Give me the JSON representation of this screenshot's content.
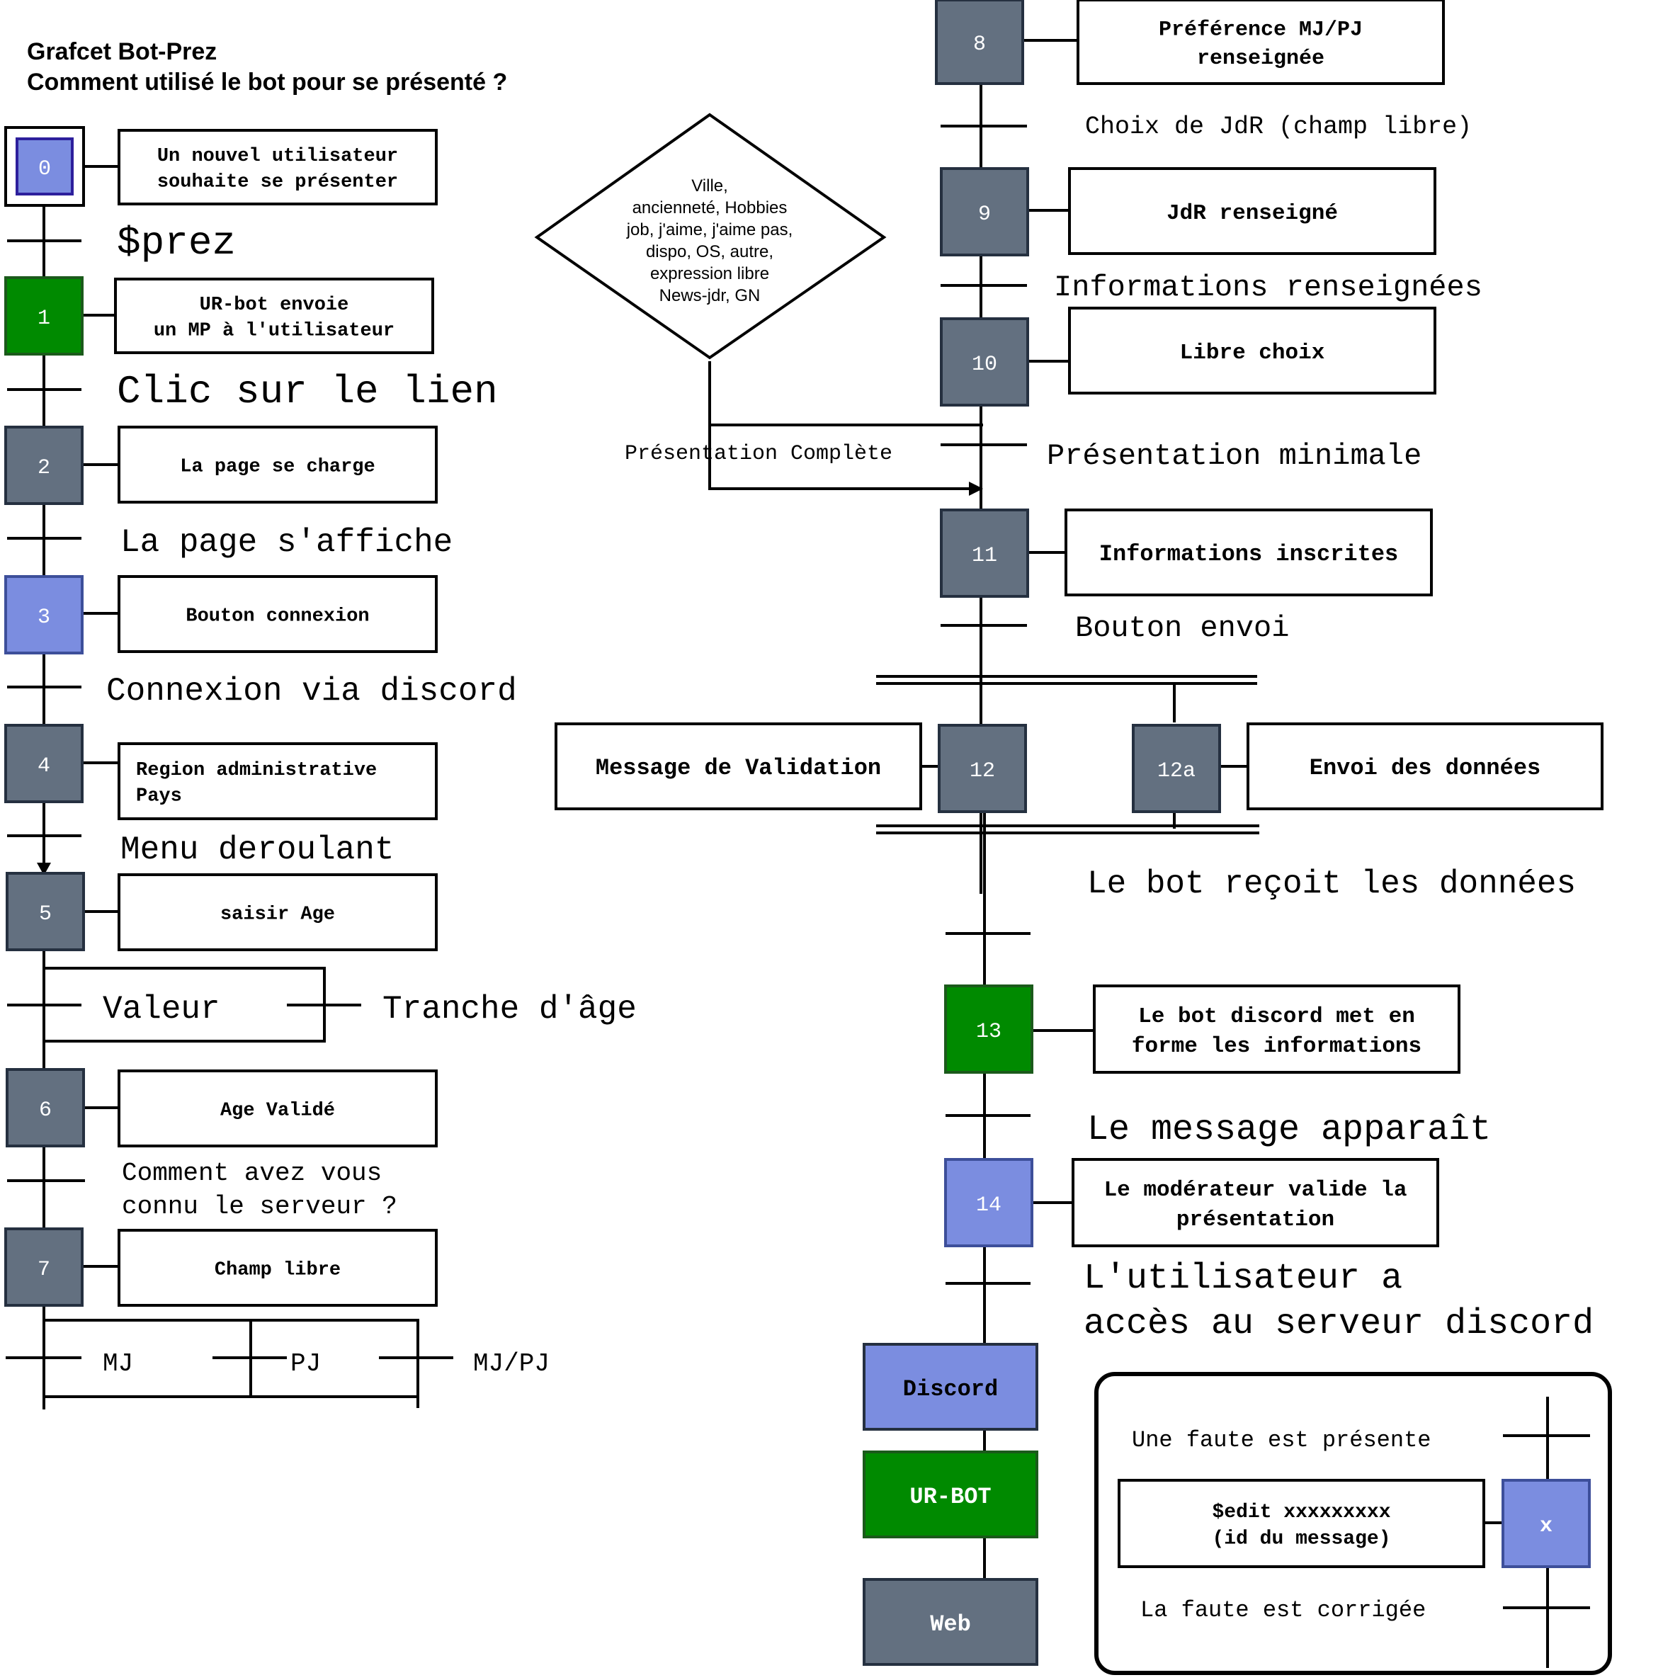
{
  "header": {
    "title": "Grafcet Bot-Prez",
    "subtitle": "Comment utilisé le bot pour se présenté ?"
  },
  "colors": {
    "slate": "#637080",
    "green": "#008a00",
    "blue": "#7b8de0",
    "border_dark": "#253040",
    "border_green": "#1b5a1b",
    "initial_border": "#2d1f9c"
  },
  "steps": {
    "s0": "0",
    "s1": "1",
    "s2": "2",
    "s3": "3",
    "s4": "4",
    "s5": "5",
    "s6": "6",
    "s7": "7",
    "s8": "8",
    "s9": "9",
    "s10": "10",
    "s11": "11",
    "s12": "12",
    "s12a": "12a",
    "s13": "13",
    "s14": "14"
  },
  "actions": {
    "a0": [
      "Un nouvel utilisateur",
      "souhaite se présenter"
    ],
    "a1": [
      "UR-bot envoie",
      "un MP à l'utilisateur"
    ],
    "a2": "La page se charge",
    "a3": "Bouton connexion",
    "a4": [
      "Region administrative",
      "Pays"
    ],
    "a5": "saisir Age",
    "a6": "Age Validé",
    "a7": "Champ libre",
    "a8": [
      "Préférence MJ/PJ",
      "renseignée"
    ],
    "a9": "JdR renseigné",
    "a10": "Libre choix",
    "a11": "Informations inscrites",
    "a12": "Message de Validation",
    "a12a": "Envoi des données",
    "a13": [
      "Le bot discord met en",
      "forme les informations"
    ],
    "a14": [
      "Le modérateur valide la",
      "présentation"
    ]
  },
  "transitions": {
    "t0": "$prez",
    "t1": "Clic sur le lien",
    "t2": "La page s'affiche",
    "t3": "Connexion via discord",
    "t4": "Menu deroulant",
    "t5a": "Valeur",
    "t5b": "Tranche d'âge",
    "t6": [
      "Comment avez vous",
      "connu le serveur ?"
    ],
    "t7a": "MJ",
    "t7b": "PJ",
    "t7c": "MJ/PJ",
    "t8": "Choix de JdR (champ libre)",
    "t9": "Informations renseignées",
    "t10a": "Présentation Complète",
    "t10b": "Présentation minimale",
    "t11": "Bouton envoi",
    "t12": "Le bot reçoit les données",
    "t13": "Le message apparaît",
    "t14": [
      "L'utilisateur a",
      "accès au serveur discord"
    ]
  },
  "diamond": [
    "Ville,",
    "ancienneté, Hobbies",
    "job, j'aime, j'aime pas,",
    "dispo, OS, autre,",
    "expression libre",
    "News-jdr, GN"
  ],
  "legend": {
    "discord": "Discord",
    "urbot": "UR-BOT",
    "web": "Web"
  },
  "error_box": {
    "fault_present": "Une faute est présente",
    "edit": [
      "$edit xxxxxxxxx",
      "(id du message)"
    ],
    "step": "x",
    "fault_fixed": "La faute est corrigée"
  }
}
